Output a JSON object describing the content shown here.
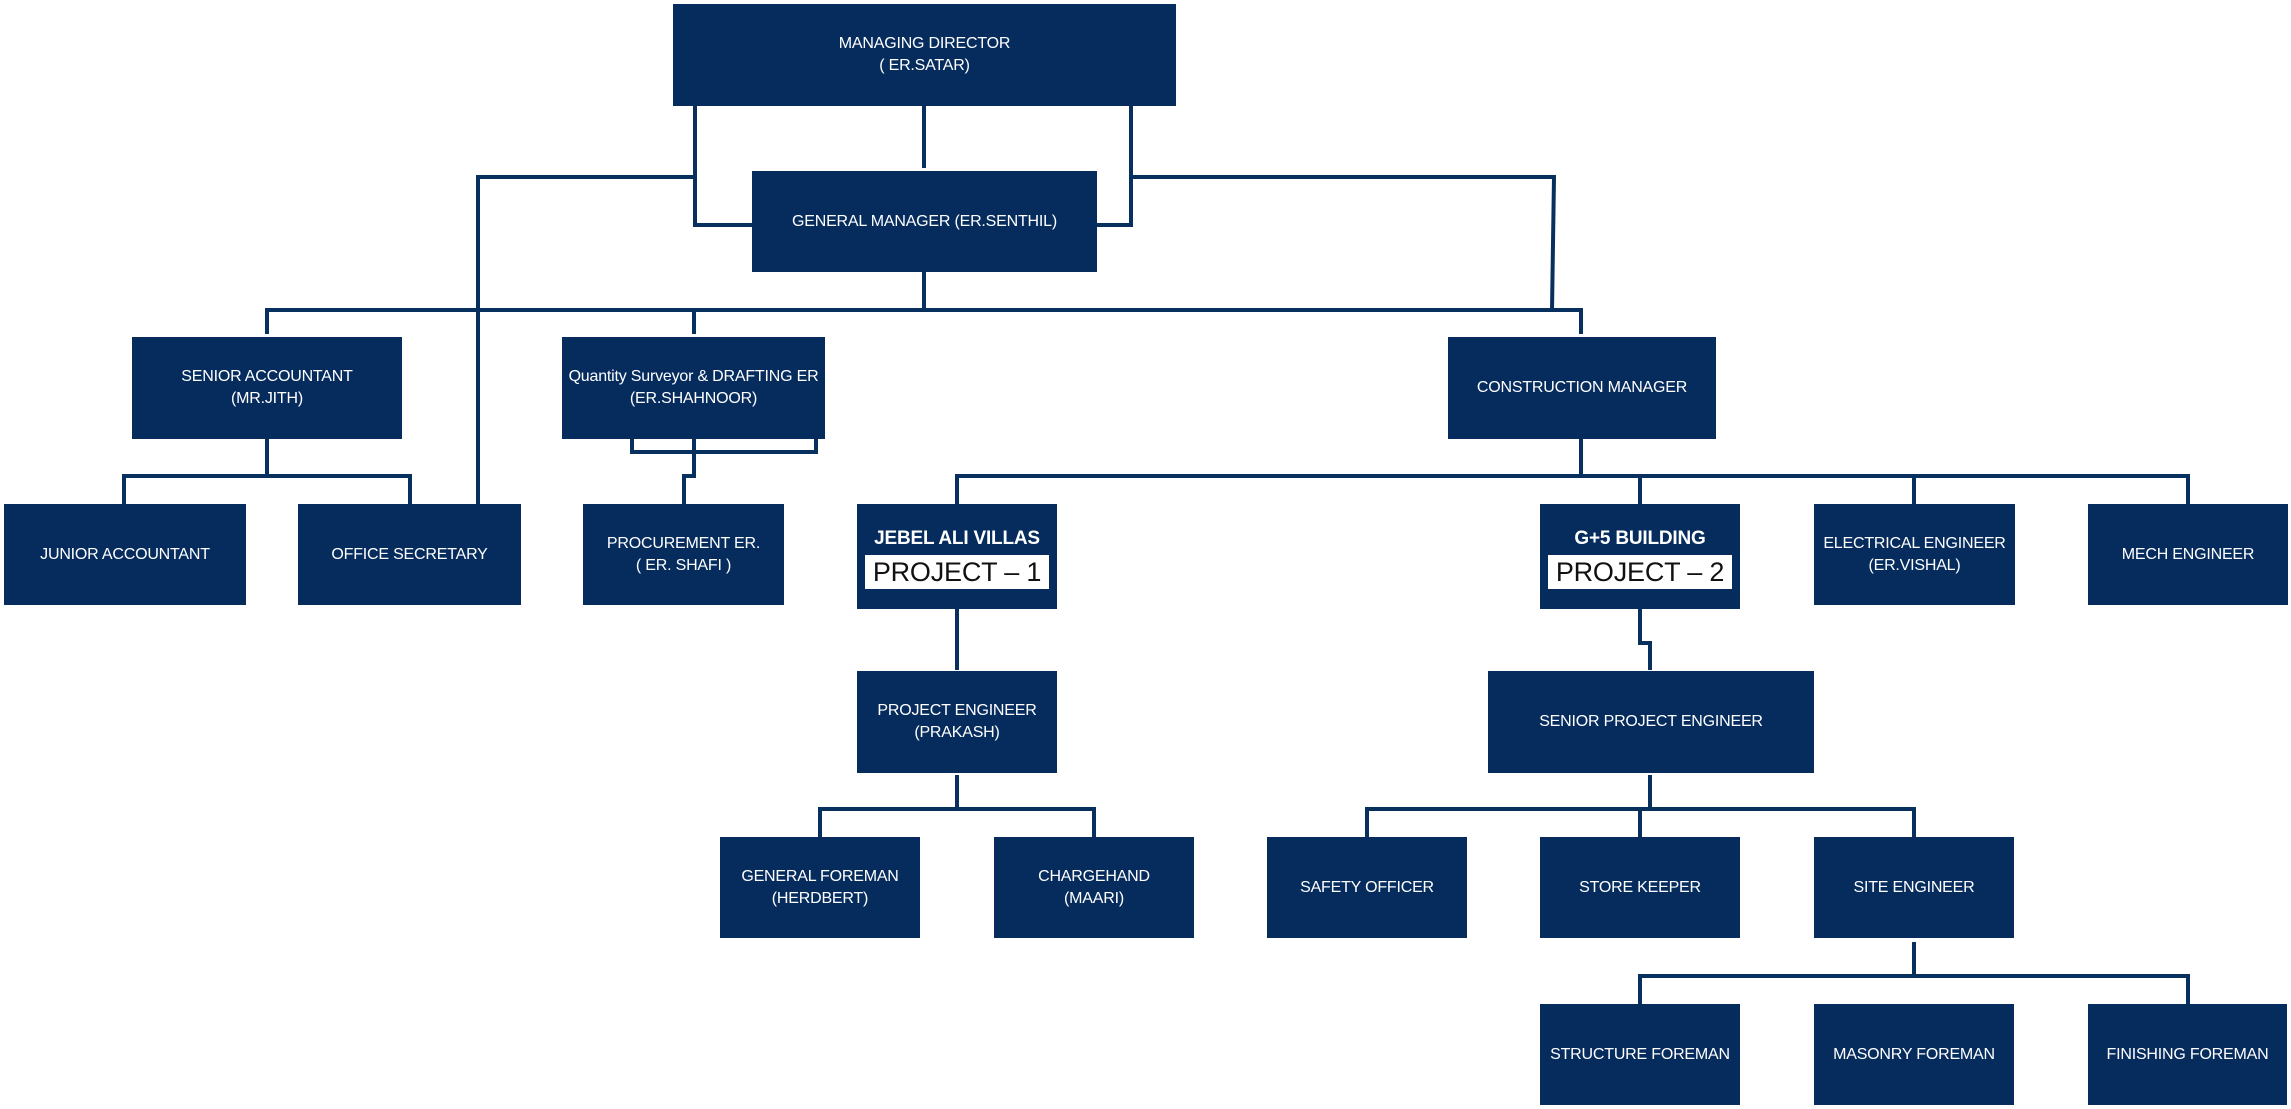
{
  "colors": {
    "box_fill": "#062c5e",
    "box_text": "#ffffff",
    "connector": "#08305f",
    "project_tag_fill": "#ffffff",
    "project_tag_text": "#111111"
  },
  "nodes": {
    "managing_director": {
      "line1": "MANAGING DIRECTOR",
      "line2": "( ER.SATAR)"
    },
    "general_manager": {
      "line1": "GENERAL MANAGER (ER.SENTHIL)",
      "line2": ""
    },
    "senior_accountant": {
      "line1": "SENIOR ACCOUNTANT",
      "line2": "(MR.JITH)"
    },
    "quantity_surveyor": {
      "line1": "Quantity Surveyor & DRAFTING ER",
      "line2": "(ER.SHAHNOOR)"
    },
    "construction_manager": {
      "line1": "CONSTRUCTION MANAGER",
      "line2": ""
    },
    "junior_accountant": {
      "line1": "JUNIOR ACCOUNTANT",
      "line2": ""
    },
    "office_secretary": {
      "line1": "OFFICE SECRETARY",
      "line2": ""
    },
    "procurement_engineer": {
      "line1": "PROCUREMENT ER.",
      "line2": "( ER.   SHAFI )"
    },
    "project_1": {
      "line1": "JEBEL ALI VILLAS",
      "tag": "PROJECT – 1"
    },
    "project_2": {
      "line1": "G+5 BUILDING",
      "tag": "PROJECT – 2"
    },
    "electrical_engineer": {
      "line1": "ELECTRICAL ENGINEER",
      "line2": "(ER.VISHAL)"
    },
    "mech_engineer": {
      "line1": "MECH ENGINEER",
      "line2": ""
    },
    "project_engineer": {
      "line1": "PROJECT ENGINEER",
      "line2": "(PRAKASH)"
    },
    "senior_project_engineer": {
      "line1": "SENIOR PROJECT ENGINEER",
      "line2": ""
    },
    "general_foreman": {
      "line1": "GENERAL FOREMAN",
      "line2": "(HERDBERT)"
    },
    "chargehand": {
      "line1": "CHARGEHAND",
      "line2": "(MAARI)"
    },
    "safety_officer": {
      "line1": "SAFETY OFFICER",
      "line2": ""
    },
    "store_keeper": {
      "line1": "STORE KEEPER",
      "line2": ""
    },
    "site_engineer": {
      "line1": "SITE ENGINEER",
      "line2": ""
    },
    "structure_foreman": {
      "line1": "STRUCTURE FOREMAN",
      "line2": ""
    },
    "masonry_foreman": {
      "line1": "MASONRY FOREMAN",
      "line2": ""
    },
    "finishing_foreman": {
      "line1": "FINISHING FOREMAN",
      "line2": ""
    }
  }
}
